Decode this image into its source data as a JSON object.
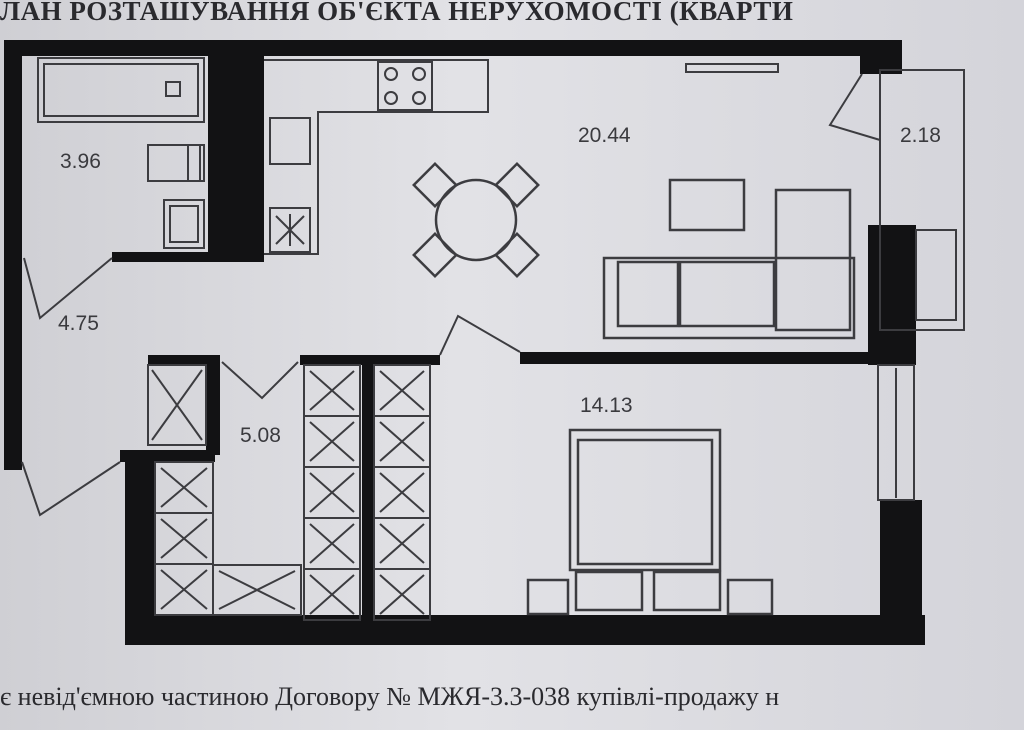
{
  "header": {
    "title": "ЛАН РОЗТАШУВАННЯ ОБ'ЄКТА НЕРУХОМОСТІ (КВАРТИ"
  },
  "rooms": [
    {
      "id": "bathroom",
      "area": "3.96"
    },
    {
      "id": "living-kitchen",
      "area": "20.44"
    },
    {
      "id": "balcony",
      "area": "2.18"
    },
    {
      "id": "hallway",
      "area": "4.75"
    },
    {
      "id": "wardrobe",
      "area": "5.08"
    },
    {
      "id": "bedroom",
      "area": "14.13"
    }
  ],
  "footer": {
    "caption": "є невід'ємною частиною Договору № МЖЯ-3.3-038 купівлі-продажу н"
  },
  "colors": {
    "wall": "#121214",
    "line": "#3c3c40",
    "paper": "#dcdce0"
  }
}
